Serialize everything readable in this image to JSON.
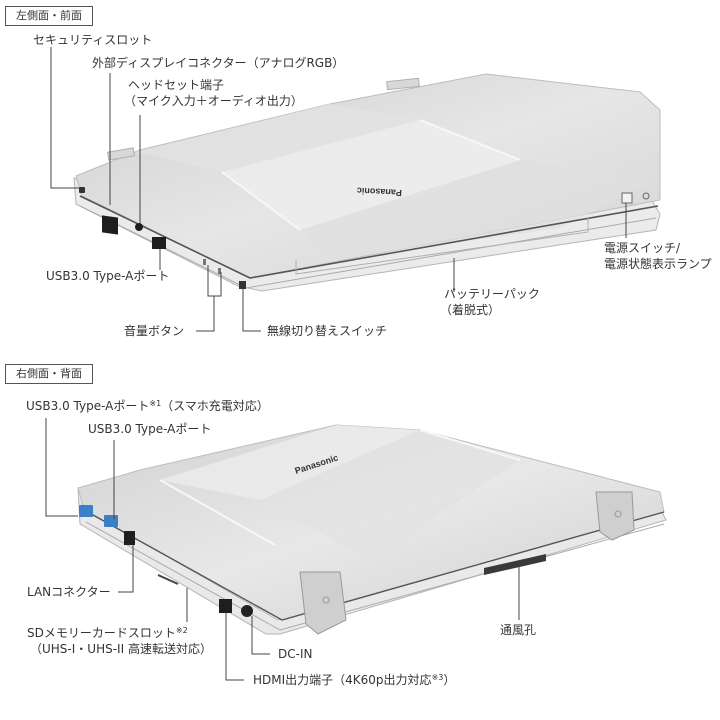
{
  "sections": [
    {
      "tag": "左側面・前面",
      "brand": "Panasonic",
      "callouts": [
        {
          "id": "security-slot",
          "text": "セキュリティスロット"
        },
        {
          "id": "ext-display",
          "text": "外部ディスプレイコネクター（アナログRGB）"
        },
        {
          "id": "headset-1",
          "text": "ヘッドセット端子"
        },
        {
          "id": "headset-2",
          "text": "（マイク入力＋オーディオ出力）"
        },
        {
          "id": "usb-left",
          "text": "USB3.0 Type-Aポート"
        },
        {
          "id": "volume",
          "text": "音量ボタン"
        },
        {
          "id": "wireless",
          "text": "無線切り替えスイッチ"
        },
        {
          "id": "battery-1",
          "text": "バッテリーパック"
        },
        {
          "id": "battery-2",
          "text": "（着脱式）"
        },
        {
          "id": "power-1",
          "text": "電源スイッチ/"
        },
        {
          "id": "power-2",
          "text": "電源状態表示ランプ"
        }
      ]
    },
    {
      "tag": "右側面・背面",
      "brand": "Panasonic",
      "callouts": [
        {
          "id": "usb-charge",
          "text": "USB3.0 Type-Aポート",
          "note": "※1",
          "suffix": "（スマホ充電対応）"
        },
        {
          "id": "usb-right",
          "text": "USB3.0 Type-Aポート"
        },
        {
          "id": "lan",
          "text": "LANコネクター"
        },
        {
          "id": "sd-1",
          "text": "SDメモリーカードスロット",
          "note": "※2"
        },
        {
          "id": "sd-2",
          "text": "（UHS-I・UHS-II  高速転送対応）"
        },
        {
          "id": "dcin",
          "text": "DC-IN"
        },
        {
          "id": "hdmi",
          "text": "HDMI出力端子（4K60p出力対応",
          "note": "※3",
          "suffix": "）"
        },
        {
          "id": "vent",
          "text": "通風孔"
        }
      ]
    }
  ],
  "colors": {
    "body": "#e4e4e4",
    "lid": "#dcdcdc",
    "edge": "#c8c8c8",
    "line": "#444444",
    "usb_blue": "#3b7fc4",
    "port": "#1e1e1e"
  }
}
